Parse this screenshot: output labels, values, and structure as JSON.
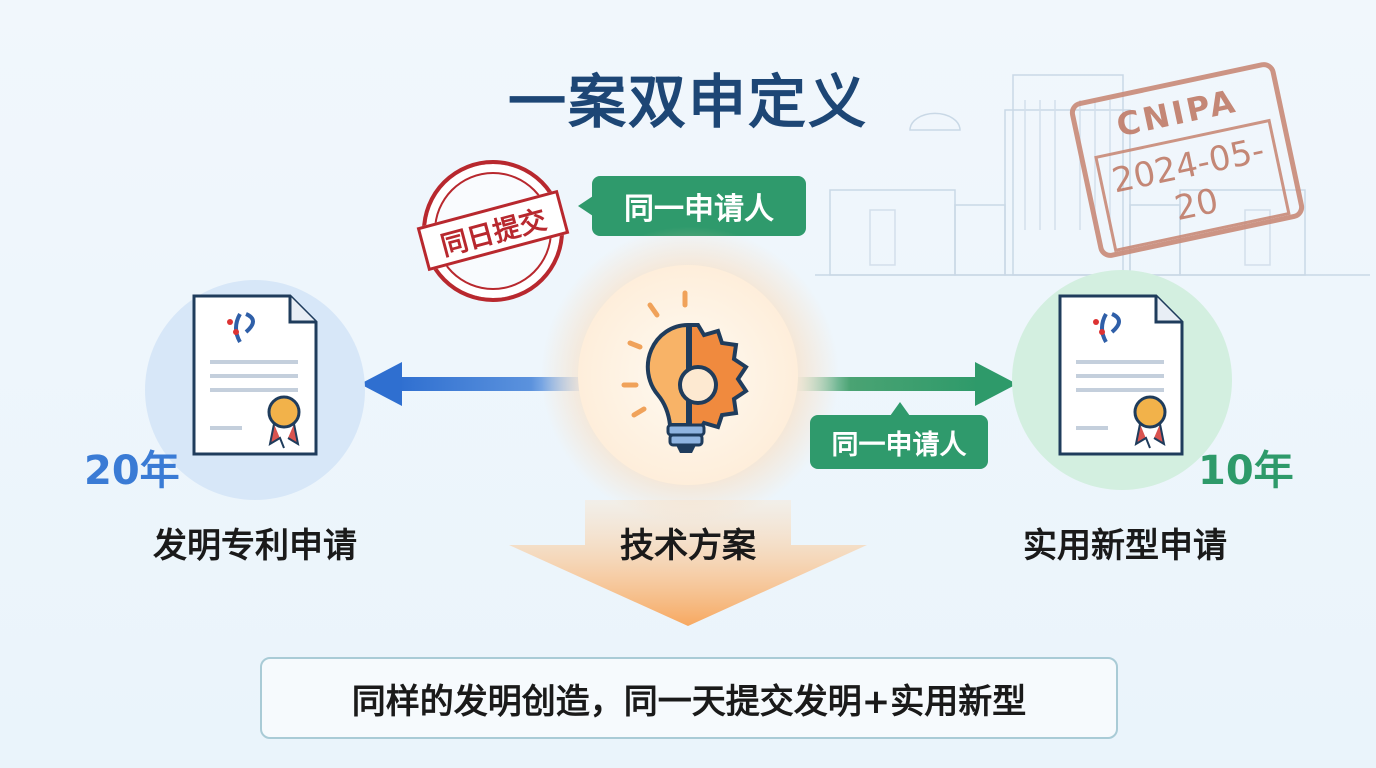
{
  "title": "一案双申定义",
  "left": {
    "years": "20年",
    "label": "发明专利申请",
    "color": "#3a7bd5"
  },
  "center": {
    "label": "技术方案"
  },
  "right": {
    "years": "10年",
    "label": "实用新型申请",
    "color": "#2e9a6a"
  },
  "badges": {
    "top": "同一申请人",
    "right": "同一申请人"
  },
  "stamps": {
    "same_day": "同日提交",
    "cnipa_org": "CNIPA",
    "cnipa_date": "2024-05-20"
  },
  "summary": "同样的发明创造，同一天提交发明+实用新型"
}
